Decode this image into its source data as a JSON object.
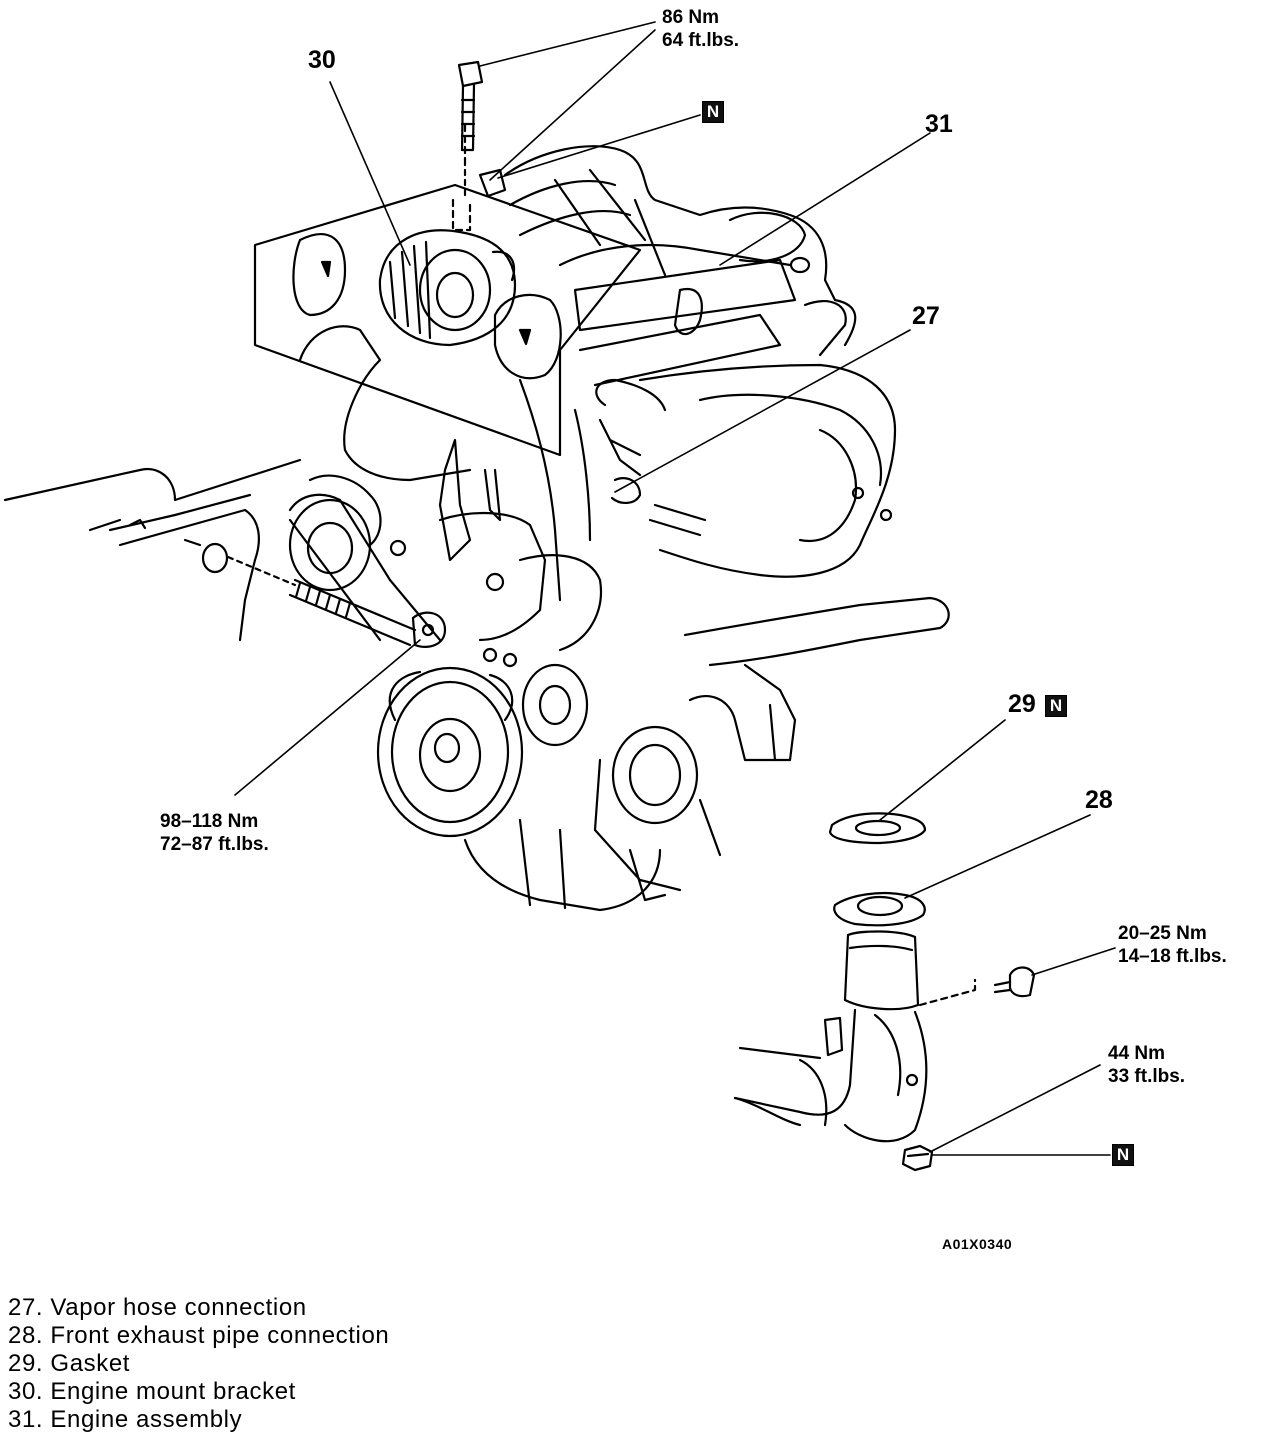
{
  "callouts": {
    "c27": "27",
    "c28": "28",
    "c29": "29",
    "c30": "30",
    "c31": "31"
  },
  "torques": {
    "top_nm": "86 Nm",
    "top_ft": "64 ft.lbs.",
    "left_nm": "98–118 Nm",
    "left_ft": "72–87 ft.lbs.",
    "mid_nm": "20–25 Nm",
    "mid_ft": "14–18 ft.lbs.",
    "low_nm": "44 Nm",
    "low_ft": "33 ft.lbs."
  },
  "new_part_symbol": "N",
  "figure_id": "A01X0340",
  "legend": [
    "27. Vapor hose connection",
    "28. Front exhaust pipe connection",
    "29. Gasket",
    "30. Engine mount bracket",
    "31. Engine assembly"
  ]
}
